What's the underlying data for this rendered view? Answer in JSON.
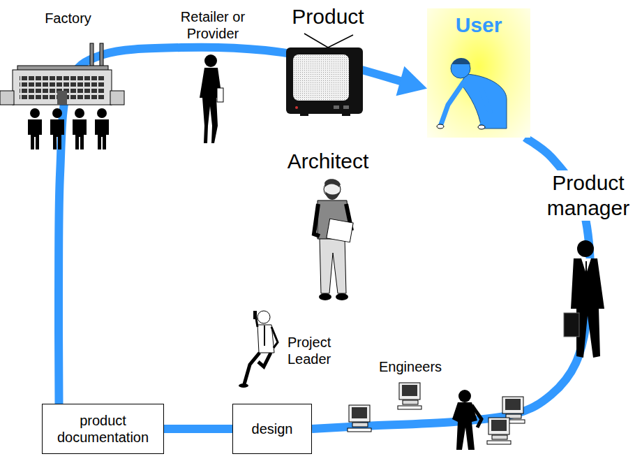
{
  "diagram": {
    "nodes": [
      {
        "text": [
          "User"
        ]
      },
      {
        "text": [
          "design"
        ]
      },
      {
        "text": [
          "product documentation"
        ]
      }
    ],
    "edges": [
      {
        "from": 0,
        "to": 1,
        "arrow": "none"
      },
      {
        "from": 1,
        "to": 2,
        "arrow": "none"
      },
      {
        "from": 2,
        "to": 0,
        "arrow": "to"
      }
    ],
    "labels": [
      "Factory",
      "Retailer or Provider",
      "Product",
      "Architect",
      "Product manager",
      "Project Leader",
      "Engineers"
    ]
  }
}
